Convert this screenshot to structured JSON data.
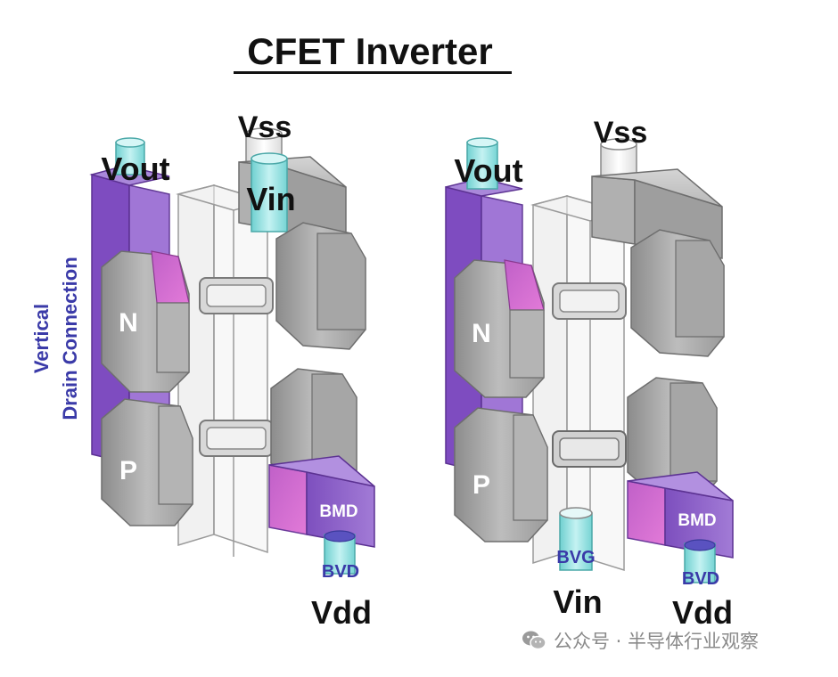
{
  "title": "CFET Inverter",
  "left": {
    "vss": "Vss",
    "vout": "Vout",
    "vin": "Vin",
    "n": "N",
    "p": "P",
    "bmd": "BMD",
    "bvd": "BVD",
    "vdd": "Vdd",
    "side_line1": "Vertical",
    "side_line2": "Drain Connection"
  },
  "right": {
    "vss": "Vss",
    "vout": "Vout",
    "n": "N",
    "p": "P",
    "bmd": "BMD",
    "bvg": "BVG",
    "vin": "Vin",
    "bvd": "BVD",
    "vdd": "Vdd"
  },
  "watermark": "公众号 · 半导体行业观察",
  "colors": {
    "metal_purple": "#8e5fc8",
    "contact_cyan": "#8ee0e0",
    "device_gray": "#a8a8a8",
    "label_blue": "#3a3aa8"
  },
  "icons": [
    "wechat-icon"
  ]
}
